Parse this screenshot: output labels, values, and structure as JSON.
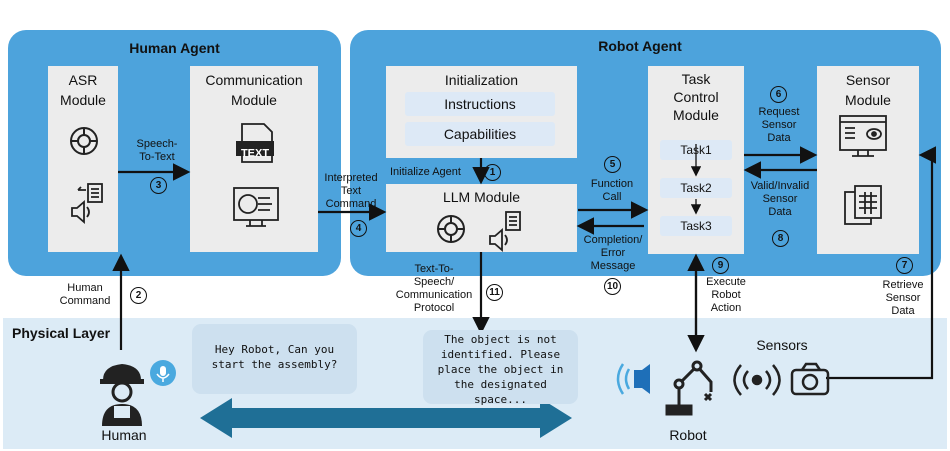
{
  "human_agent": {
    "title": "Human Agent"
  },
  "robot_agent": {
    "title": "Robot Agent"
  },
  "asr": {
    "line1": "ASR",
    "line2": "Module"
  },
  "comm": {
    "line1": "Communication",
    "line2": "Module",
    "text_icon": "TEXT"
  },
  "init": {
    "title": "Initialization",
    "instructions": "Instructions",
    "capabilities": "Capabilities",
    "init_agent": "Initialize Agent"
  },
  "llm": {
    "title": "LLM Module"
  },
  "task_control": {
    "line1": "Task",
    "line2": "Control",
    "line3": "Module",
    "tasks": [
      "Task1",
      "Task2",
      "Task3"
    ]
  },
  "sensor": {
    "line1": "Sensor",
    "line2": "Module"
  },
  "labels": {
    "speech_to_text": [
      "Speech-",
      "To-Text"
    ],
    "interpreted": [
      "Interpreted",
      "Text",
      "Command"
    ],
    "human_command": [
      "Human",
      "Command"
    ],
    "tts": [
      "Text-To-",
      "Speech/",
      "Communication",
      "Protocol"
    ],
    "function_call": [
      "Function",
      "Call"
    ],
    "completion": [
      "Completion/",
      "Error",
      "Message"
    ],
    "request": [
      "Request",
      "Sensor",
      "Data"
    ],
    "valid": [
      "Valid/Invalid",
      "Sensor",
      "Data"
    ],
    "execute": [
      "Execute",
      "Robot",
      "Action"
    ],
    "retrieve": [
      "Retrieve",
      "Sensor",
      "Data"
    ]
  },
  "steps": [
    "1",
    "2",
    "3",
    "4",
    "5",
    "6",
    "7",
    "8",
    "9",
    "10",
    "11"
  ],
  "physical": {
    "title": "Physical Layer",
    "human": "Human",
    "robot": "Robot",
    "sensors": "Sensors"
  },
  "bubbles": {
    "human": [
      "Hey Robot, Can you",
      "start the assembly?"
    ],
    "robot": [
      "The object is not",
      "identified. Please",
      "place the object in",
      "the designated",
      "space..."
    ]
  },
  "colors": {
    "agent_bg": "#4da3dc",
    "physical_bg": "#dcebf6",
    "bubble_bg": "#cde0ef",
    "arrow": "#111111",
    "double_arrow": "#1f6f96"
  }
}
